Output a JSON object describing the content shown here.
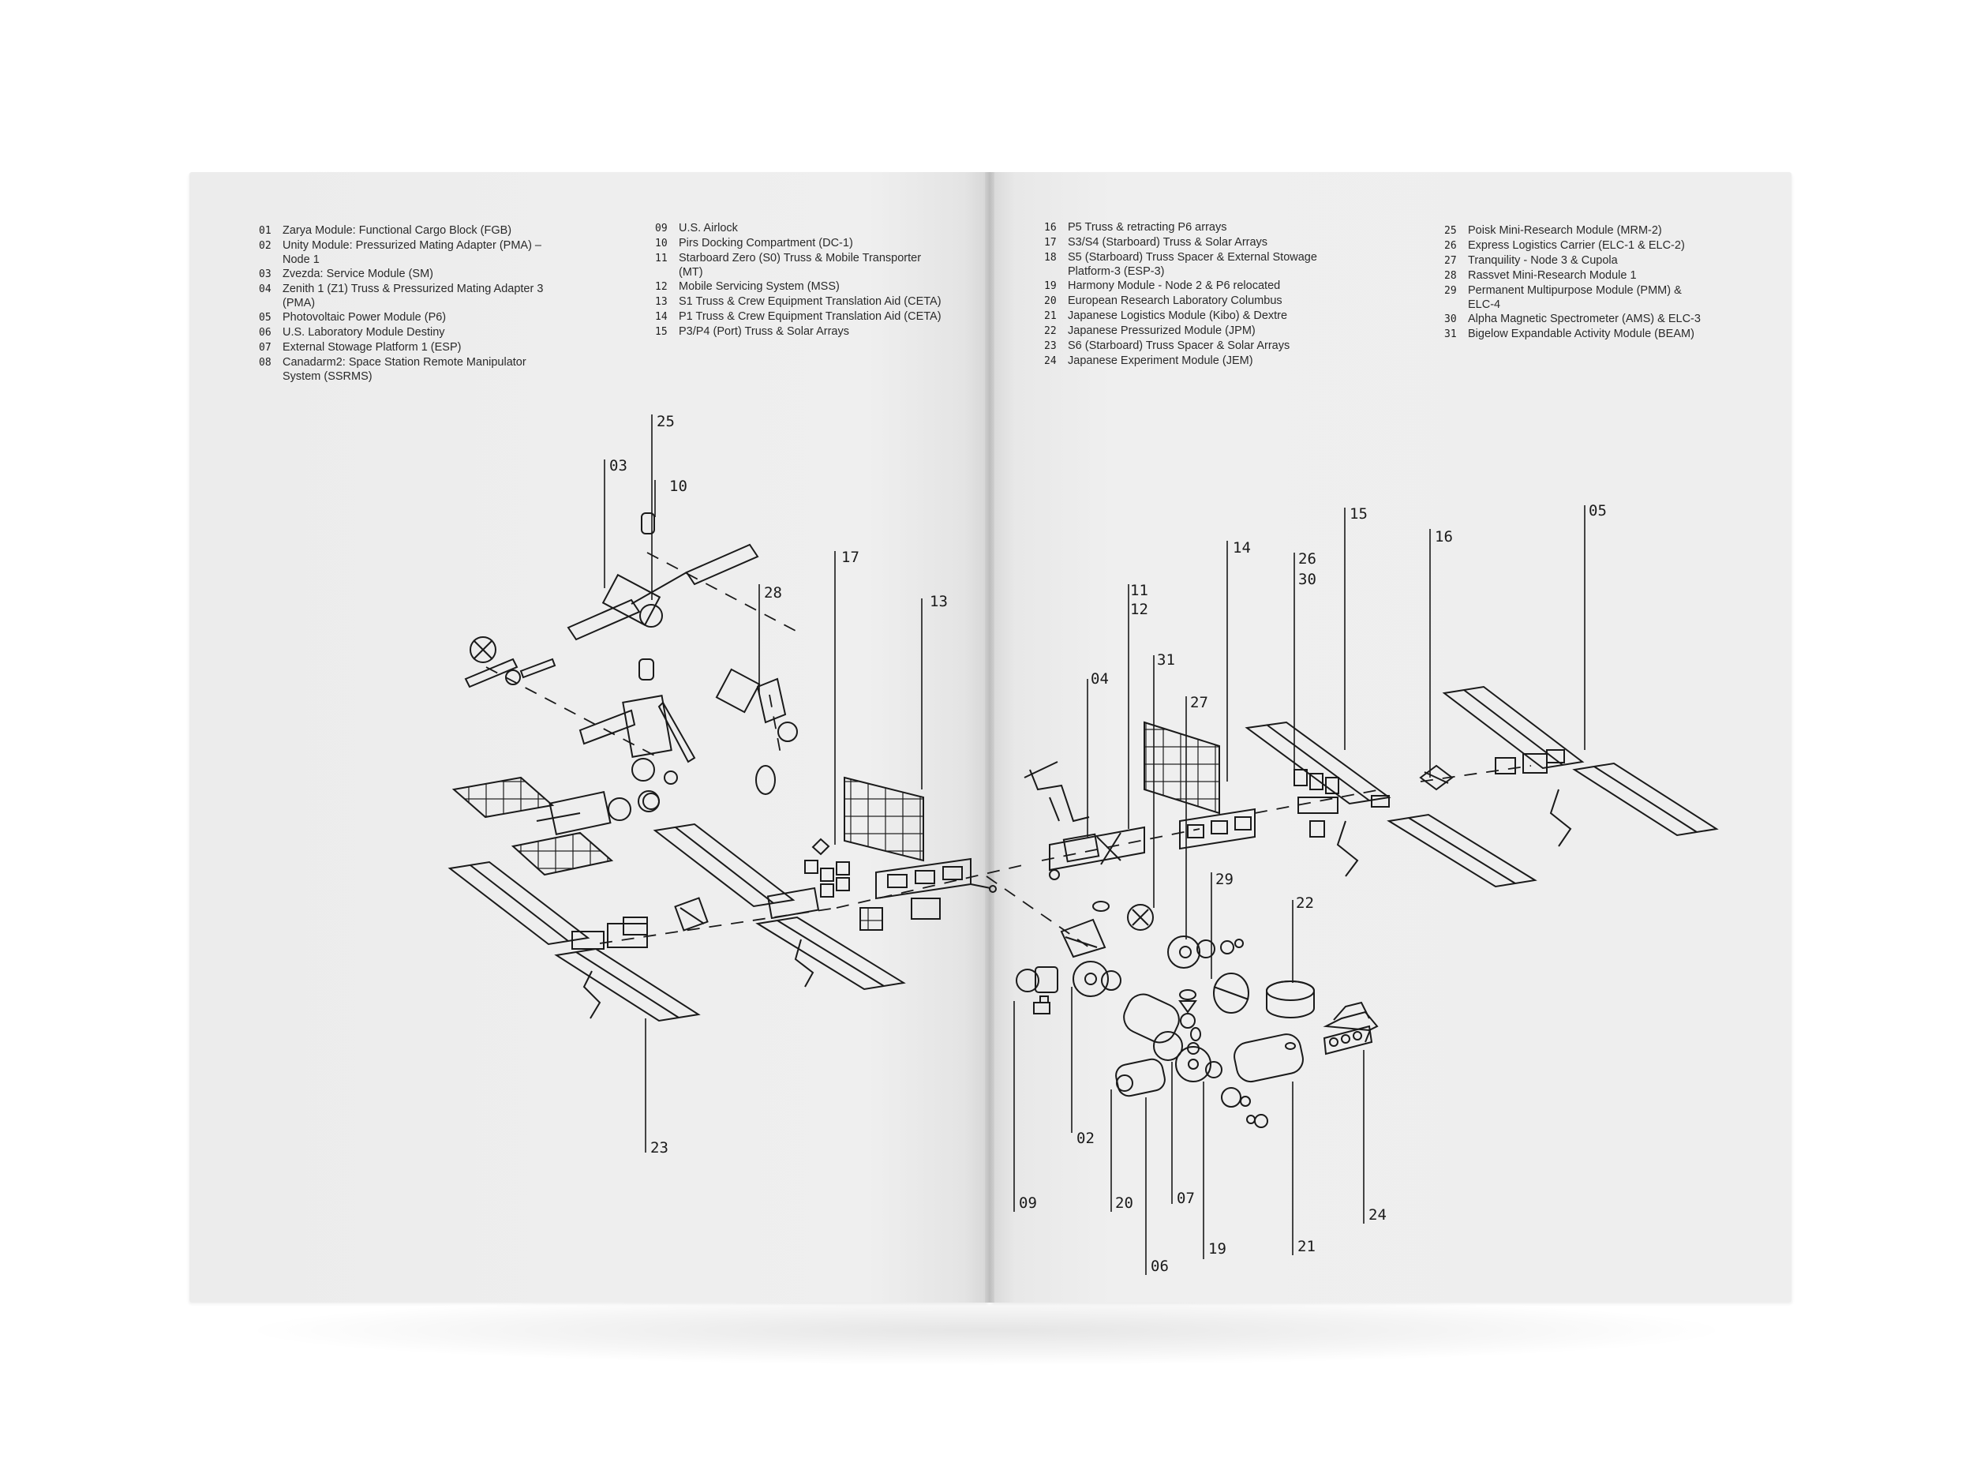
{
  "legend_columns": [
    [
      {
        "num": "01",
        "text": "Zarya Module: Functional Cargo Block (FGB)"
      },
      {
        "num": "02",
        "text": "Unity Module: Pressurized Mating Adapter (PMA) – Node 1"
      },
      {
        "num": "03",
        "text": "Zvezda: Service Module (SM)"
      },
      {
        "num": "04",
        "text": "Zenith 1 (Z1) Truss & Pressurized Mating Adapter 3 (PMA)"
      },
      {
        "num": "05",
        "text": "Photovoltaic Power Module (P6)"
      },
      {
        "num": "06",
        "text": "U.S. Laboratory Module Destiny"
      },
      {
        "num": "07",
        "text": "External Stowage Platform 1 (ESP)"
      },
      {
        "num": "08",
        "text": "Canadarm2: Space Station Remote Manipulator System (SSRMS)"
      }
    ],
    [
      {
        "num": "09",
        "text": "U.S. Airlock"
      },
      {
        "num": "10",
        "text": "Pirs Docking Compartment (DC-1)"
      },
      {
        "num": "11",
        "text": "Starboard Zero (S0) Truss & Mobile Transporter (MT)"
      },
      {
        "num": "12",
        "text": "Mobile Servicing System (MSS)"
      },
      {
        "num": "13",
        "text": "S1 Truss & Crew Equipment Translation Aid (CETA)"
      },
      {
        "num": "14",
        "text": "P1 Truss & Crew Equipment Translation Aid (CETA)"
      },
      {
        "num": "15",
        "text": "P3/P4 (Port) Truss & Solar Arrays"
      }
    ],
    [
      {
        "num": "16",
        "text": "P5 Truss & retracting P6 arrays"
      },
      {
        "num": "17",
        "text": "S3/S4 (Starboard) Truss & Solar Arrays"
      },
      {
        "num": "18",
        "text": "S5 (Starboard) Truss Spacer & External Stowage Platform-3 (ESP-3)"
      },
      {
        "num": "19",
        "text": "Harmony Module - Node 2 & P6 relocated"
      },
      {
        "num": "20",
        "text": "European Research Laboratory Columbus"
      },
      {
        "num": "21",
        "text": "Japanese Logistics Module (Kibo) & Dextre"
      },
      {
        "num": "22",
        "text": "Japanese Pressurized Module (JPM)"
      },
      {
        "num": "23",
        "text": "S6 (Starboard) Truss Spacer & Solar Arrays"
      },
      {
        "num": "24",
        "text": "Japanese Experiment Module (JEM)"
      }
    ],
    [
      {
        "num": "25",
        "text": "Poisk Mini-Research Module (MRM-2)"
      },
      {
        "num": "26",
        "text": "Express Logistics Carrier (ELC-1 & ELC-2)"
      },
      {
        "num": "27",
        "text": "Tranquility - Node 3 & Cupola"
      },
      {
        "num": "28",
        "text": "Rassvet Mini-Research Module 1"
      },
      {
        "num": "29",
        "text": "Permanent Multipurpose Module (PMM) & ELC-4"
      },
      {
        "num": "30",
        "text": "Alpha Magnetic Spectrometer (AMS) & ELC-3"
      },
      {
        "num": "31",
        "text": "Bigelow Expandable Activity Module (BEAM)"
      }
    ]
  ],
  "callouts": {
    "c25": "25",
    "c03": "03",
    "c10": "10",
    "c17": "17",
    "c28": "28",
    "c13": "13",
    "c23": "23",
    "c11": "11",
    "c12": "12",
    "c31": "31",
    "c04": "04",
    "c14": "14",
    "c27": "27",
    "c26": "26",
    "c30": "30",
    "c15": "15",
    "c16": "16",
    "c05": "05",
    "c29": "29",
    "c22": "22",
    "c02": "02",
    "c09": "09",
    "c20": "20",
    "c07": "07",
    "c06": "06",
    "c19": "19",
    "c21": "21",
    "c24": "24"
  },
  "colors": {
    "page": "#eeeeee",
    "ink": "#1a1a1a",
    "background": "#ffffff"
  }
}
